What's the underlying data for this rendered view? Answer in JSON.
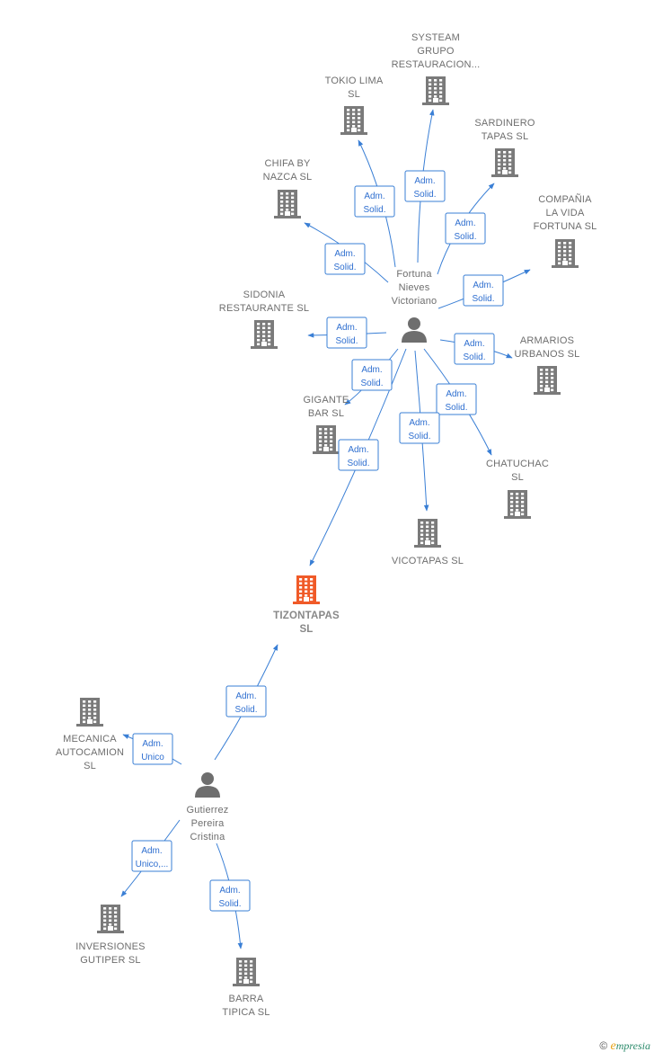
{
  "colors": {
    "edge": "#3a7fd5",
    "building": "#7a7a7a",
    "building_highlight": "#f05a28",
    "person": "#6e6e6e",
    "label": "#6e6e6e"
  },
  "nodes": [
    {
      "id": "fortuna",
      "type": "person",
      "lines": [
        "Fortuna",
        "Nieves",
        "Victoriano"
      ]
    },
    {
      "id": "gutierrez",
      "type": "person",
      "lines": [
        "Gutierrez",
        "Pereira",
        "Cristina"
      ]
    },
    {
      "id": "tizontapas",
      "type": "company",
      "highlight": true,
      "lines": [
        "TIZONTAPAS",
        "SL"
      ]
    },
    {
      "id": "systeam",
      "type": "company",
      "lines": [
        "SYSTEAM",
        "GRUPO",
        "RESTAURACION..."
      ]
    },
    {
      "id": "tokio",
      "type": "company",
      "lines": [
        "TOKIO LIMA",
        "SL"
      ]
    },
    {
      "id": "sardinero",
      "type": "company",
      "lines": [
        "SARDINERO",
        "TAPAS  SL"
      ]
    },
    {
      "id": "chifa",
      "type": "company",
      "lines": [
        "CHIFA BY",
        "NAZCA  SL"
      ]
    },
    {
      "id": "compania",
      "type": "company",
      "lines": [
        "COMPAÑIA",
        "LA VIDA",
        "FORTUNA  SL"
      ]
    },
    {
      "id": "sidonia",
      "type": "company",
      "lines": [
        "SIDONIA",
        "RESTAURANTE SL"
      ]
    },
    {
      "id": "armarios",
      "type": "company",
      "lines": [
        "ARMARIOS",
        "URBANOS  SL"
      ]
    },
    {
      "id": "gigante",
      "type": "company",
      "lines": [
        "GIGANTE",
        "BAR  SL"
      ]
    },
    {
      "id": "chatuchac",
      "type": "company",
      "lines": [
        "CHATUCHAC",
        "SL"
      ]
    },
    {
      "id": "vicotapas",
      "type": "company",
      "lines": [
        "VICOTAPAS  SL"
      ]
    },
    {
      "id": "mecanica",
      "type": "company",
      "lines": [
        "MECANICA",
        "AUTOCAMION",
        "SL"
      ]
    },
    {
      "id": "inversiones",
      "type": "company",
      "lines": [
        "INVERSIONES",
        "GUTIPER  SL"
      ]
    },
    {
      "id": "barra",
      "type": "company",
      "lines": [
        "BARRA",
        "TIPICA  SL"
      ]
    }
  ],
  "edges": [
    {
      "from": "fortuna",
      "to": "systeam",
      "lines": [
        "Adm.",
        "Solid."
      ]
    },
    {
      "from": "fortuna",
      "to": "tokio",
      "lines": [
        "Adm.",
        "Solid."
      ]
    },
    {
      "from": "fortuna",
      "to": "sardinero",
      "lines": [
        "Adm.",
        "Solid."
      ]
    },
    {
      "from": "fortuna",
      "to": "chifa",
      "lines": [
        "Adm.",
        "Solid."
      ]
    },
    {
      "from": "fortuna",
      "to": "compania",
      "lines": [
        "Adm.",
        "Solid."
      ]
    },
    {
      "from": "fortuna",
      "to": "sidonia",
      "lines": [
        "Adm.",
        "Solid."
      ]
    },
    {
      "from": "fortuna",
      "to": "armarios",
      "lines": [
        "Adm.",
        "Solid."
      ]
    },
    {
      "from": "fortuna",
      "to": "gigante",
      "lines": [
        "Adm.",
        "Solid."
      ]
    },
    {
      "from": "fortuna",
      "to": "chatuchac",
      "lines": [
        "Adm.",
        "Solid."
      ]
    },
    {
      "from": "fortuna",
      "to": "vicotapas",
      "lines": [
        "Adm.",
        "Solid."
      ]
    },
    {
      "from": "fortuna",
      "to": "tizontapas",
      "lines": [
        "Adm.",
        "Solid."
      ]
    },
    {
      "from": "gutierrez",
      "to": "tizontapas",
      "lines": [
        "Adm.",
        "Solid."
      ]
    },
    {
      "from": "gutierrez",
      "to": "mecanica",
      "lines": [
        "Adm.",
        "Unico"
      ]
    },
    {
      "from": "gutierrez",
      "to": "inversiones",
      "lines": [
        "Adm.",
        "Unico,..."
      ]
    },
    {
      "from": "gutierrez",
      "to": "barra",
      "lines": [
        "Adm.",
        "Solid."
      ]
    }
  ],
  "footer": {
    "copyright": "©",
    "brand_initial": "e",
    "brand_rest": "mpresia"
  }
}
